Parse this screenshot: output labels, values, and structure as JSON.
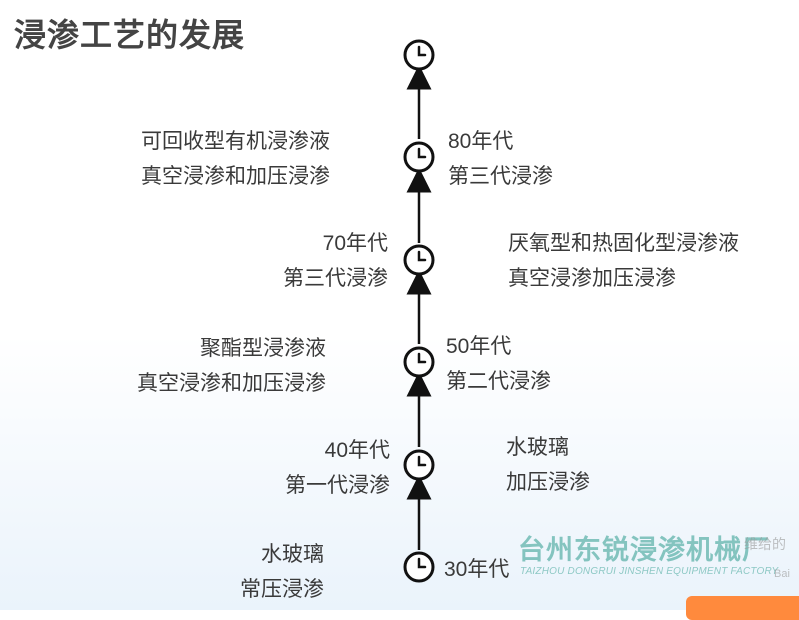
{
  "title": "浸渗工艺的发展",
  "stages": [
    {
      "era": "30年代",
      "desc": [
        "水玻璃",
        "常压浸渗"
      ]
    },
    {
      "era": "40年代",
      "gen": "第一代浸渗",
      "desc": [
        "水玻璃",
        "加压浸渗"
      ]
    },
    {
      "era": "50年代",
      "gen": "第二代浸渗",
      "desc": [
        "聚酯型浸渗液",
        "真空浸渗和加压浸渗"
      ]
    },
    {
      "era": "70年代",
      "gen": "第三代浸渗",
      "desc": [
        "厌氧型和热固化型浸渗液",
        "真空浸渗加压浸渗"
      ]
    },
    {
      "era": "80年代",
      "gen": "第三代浸渗",
      "desc": [
        "可回收型有机浸渗液",
        "真空浸渗和加压浸渗"
      ]
    }
  ],
  "watermark": {
    "name": "台州东锐浸渗机械厂",
    "sub": "TAIZHOU DONGRUI JINSHEN EQUIPMENT FACTORY",
    "side": "维给的",
    "baidu": "Bai"
  },
  "colors": {
    "line": "#111111",
    "clock": "#111111",
    "text": "#3a3a3a",
    "watermark": "#2d9c8e"
  },
  "icons": [
    "clock-icon",
    "arrow-up-icon"
  ]
}
